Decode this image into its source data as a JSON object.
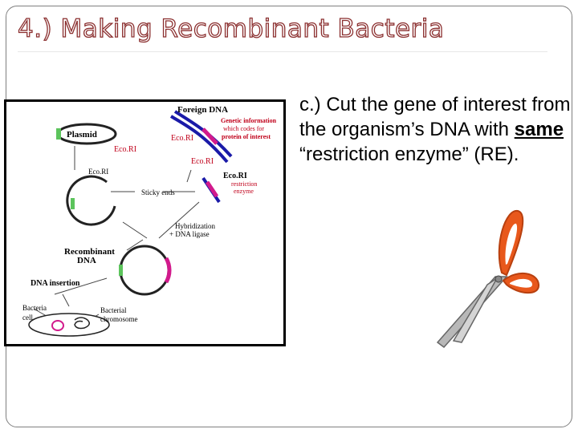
{
  "slide": {
    "title": "4.) Making Recombinant Bacteria",
    "body": {
      "part1": "c.) Cut the gene of interest from the organism’s DNA with ",
      "emphasis": "same",
      "part2": " “restriction enzyme” (RE)."
    }
  },
  "diagram": {
    "foreign_dna": "Foreign DNA",
    "genetic_info_line1": "Genetic information",
    "genetic_info_line2": "which codes for",
    "genetic_info_line3": "protein of interest",
    "plasmid": "Plasmid",
    "ecori_plasmid": "Eco.RI",
    "ecori_dna": "Eco.RI",
    "ecori_top": "Eco.RI",
    "ecori_lower": "Eco.RI",
    "ecori_enzyme_line1": "Eco.RI",
    "ecori_enzyme_line2": "restriction",
    "ecori_enzyme_line3": "enzyme",
    "sticky_ends": "Sticky ends",
    "hybridization_line1": "Hybridization",
    "hybridization_line2": "+ DNA ligase",
    "recombinant_line1": "Recombinant",
    "recombinant_line2": "DNA",
    "dna_insertion": "DNA insertion",
    "bacteria_line1": "Bacteria",
    "bacteria_line2": "cell",
    "bacterial_line1": "Bacterial",
    "bacterial_line2": "chromosome"
  },
  "colors": {
    "title_outline": "#8b2f2f",
    "scissors_handle": "#e8581c",
    "dna_blue": "#1a1aa8",
    "gene_magenta": "#d21a8c",
    "plasmid_green": "#5cc45c",
    "label_red": "#c0001a"
  }
}
